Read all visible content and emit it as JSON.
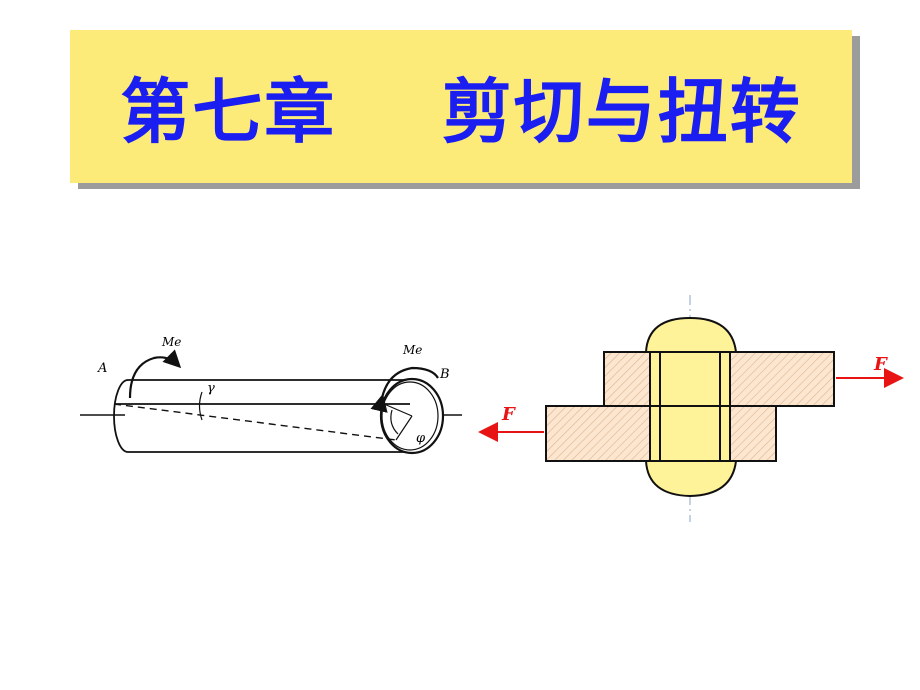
{
  "title": "第七章    剪切与扭转",
  "colors": {
    "title_bg": "#fdeb79",
    "title_text": "#1b1ef0",
    "rivet_fill": "#fff399",
    "plate_fill": "#fce6cf",
    "force_arrow": "#e81313"
  },
  "torsion_figure": {
    "label_a": "A",
    "label_b": "B",
    "label_me_left": "Me",
    "label_me_right": "Me",
    "label_gamma": "γ",
    "label_phi": "φ"
  },
  "rivet_figure": {
    "force_right_label": "F",
    "force_left_label": "F"
  }
}
